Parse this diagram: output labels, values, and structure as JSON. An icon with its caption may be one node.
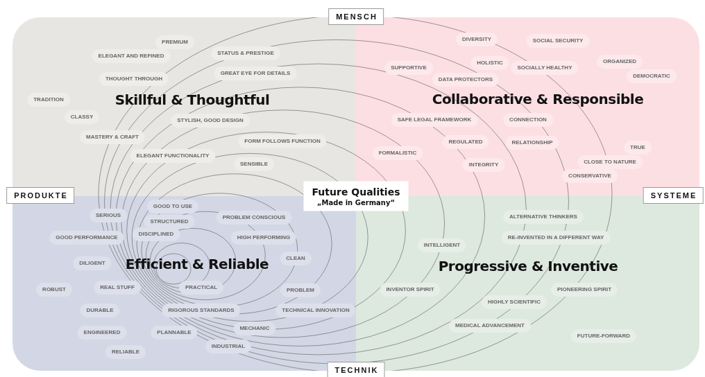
{
  "diagram": {
    "nodes": [
      {
        "text": [
          "MENSCH"
        ]
      },
      {
        "text": [
          "Skillful & Thoughtful"
        ]
      },
      {
        "text": [
          "PREMIUM"
        ],
        "in": 1
      },
      {
        "text": [
          "ELEGANT AND REFINED"
        ],
        "in": 1
      },
      {
        "text": [
          "STATUS & PRESTIGE"
        ],
        "in": 1
      },
      {
        "text": [
          "THOUGHT THROUGH"
        ],
        "in": 1
      },
      {
        "text": [
          "GREAT EYE FOR DETAILS"
        ],
        "in": 1
      },
      {
        "text": [
          "TRADITION"
        ],
        "in": 1
      },
      {
        "text": [
          "CLASSY"
        ],
        "in": 1
      },
      {
        "text": [
          "STYLISH, GOOD DESIGN"
        ],
        "in": 1
      },
      {
        "text": [
          "MASTERY & CRAFT"
        ],
        "in": 1
      },
      {
        "text": [
          "FORM FOLLOWS FUNCTION"
        ],
        "in": 1
      },
      {
        "text": [
          "ELEGANT FUNCTIONALITY"
        ],
        "in": 1
      },
      {
        "text": [
          "SENSIBLE"
        ],
        "in": 1
      },
      {
        "text": [
          "Collaborative & Responsible"
        ]
      },
      {
        "text": [
          "DIVERSITY"
        ],
        "in": 14
      },
      {
        "text": [
          "SOCIAL SECURITY"
        ],
        "in": 14
      },
      {
        "text": [
          "HOLISTIC"
        ],
        "in": 14
      },
      {
        "text": [
          "ORGANIZED"
        ],
        "in": 14
      },
      {
        "text": [
          "SUPPORTIVE"
        ],
        "in": 14
      },
      {
        "text": [
          "SOCIALLY HEALTHY"
        ],
        "in": 14
      },
      {
        "text": [
          "DATA PROTECTORS"
        ],
        "in": 14
      },
      {
        "text": [
          "DEMOCRATIC"
        ],
        "in": 14
      },
      {
        "text": [
          "SAFE LEGAL FRAMEWORK"
        ],
        "in": 14
      },
      {
        "text": [
          "CONNECTION"
        ],
        "in": 14
      },
      {
        "text": [
          "REGULATED"
        ],
        "in": 14
      },
      {
        "text": [
          "RELATIONSHIP"
        ],
        "in": 14
      },
      {
        "text": [
          "FORMALISTIC"
        ],
        "in": 14
      },
      {
        "text": [
          "TRUE"
        ],
        "in": 14
      },
      {
        "text": [
          "INTEGRITY"
        ],
        "in": 14
      },
      {
        "text": [
          "CLOSE TO NATURE"
        ],
        "in": 14
      },
      {
        "text": [
          "CONSERVATIVE"
        ],
        "in": 14
      },
      {
        "text": [
          "PRODUKTE"
        ]
      },
      {
        "text": [
          "Future Qualities",
          "„Made in Germany“"
        ]
      },
      {
        "text": [
          "SYSTEME"
        ]
      },
      {
        "text": [
          "Efficient & Reliable"
        ]
      },
      {
        "text": [
          "GOOD TO USE"
        ],
        "in": 35
      },
      {
        "text": [
          "SERIOUS"
        ],
        "in": 35
      },
      {
        "text": [
          "STRUCTURED"
        ],
        "in": 35
      },
      {
        "text": [
          "PROBLEM CONSCIOUS"
        ],
        "in": 35
      },
      {
        "text": [
          "DISCIPLINED"
        ],
        "in": 35
      },
      {
        "text": [
          "GOOD PERFORMANCE"
        ],
        "in": 35
      },
      {
        "text": [
          "HIGH PERFORMING"
        ],
        "in": 35
      },
      {
        "text": [
          "DILIGENT"
        ],
        "in": 35
      },
      {
        "text": [
          "CLEAN"
        ],
        "in": 35
      },
      {
        "text": [
          "ROBUST"
        ],
        "in": 35
      },
      {
        "text": [
          "REAL STUFF"
        ],
        "in": 35
      },
      {
        "text": [
          "PRACTICAL"
        ],
        "in": 35
      },
      {
        "text": [
          "PROBLEM"
        ],
        "in": 35
      },
      {
        "text": [
          "DURABLE"
        ],
        "in": 35
      },
      {
        "text": [
          "RIGOROUS STANDARDS"
        ],
        "in": 35
      },
      {
        "text": [
          "TECHNICAL INNOVATION"
        ],
        "in": 35
      },
      {
        "text": [
          "MECHANIC"
        ],
        "in": 35
      },
      {
        "text": [
          "ENGINEERED"
        ],
        "in": 35
      },
      {
        "text": [
          "PLANNABLE"
        ],
        "in": 35
      },
      {
        "text": [
          "INDUSTRIAL"
        ],
        "in": 35
      },
      {
        "text": [
          "RELIABLE"
        ],
        "in": 35
      },
      {
        "text": [
          "Progressive & Inventive"
        ]
      },
      {
        "text": [
          "ALTERNATIVE THINKERS"
        ],
        "in": 57
      },
      {
        "text": [
          "RE-INVENTED IN A DIFFERENT WAY"
        ],
        "in": 57
      },
      {
        "text": [
          "INTELLIGENT"
        ],
        "in": 57
      },
      {
        "text": [
          "INVENTOR SPIRIT"
        ],
        "in": 57
      },
      {
        "text": [
          "PIONEERING SPIRIT"
        ],
        "in": 57
      },
      {
        "text": [
          "HIGHLY SCIENTIFIC"
        ],
        "in": 57
      },
      {
        "text": [
          "MEDICAL ADVANCEMENT"
        ],
        "in": 57
      },
      {
        "text": [
          "FUTURE-FORWARD"
        ],
        "in": 57
      },
      {
        "text": [
          "TECHNIK"
        ]
      }
    ]
  }
}
